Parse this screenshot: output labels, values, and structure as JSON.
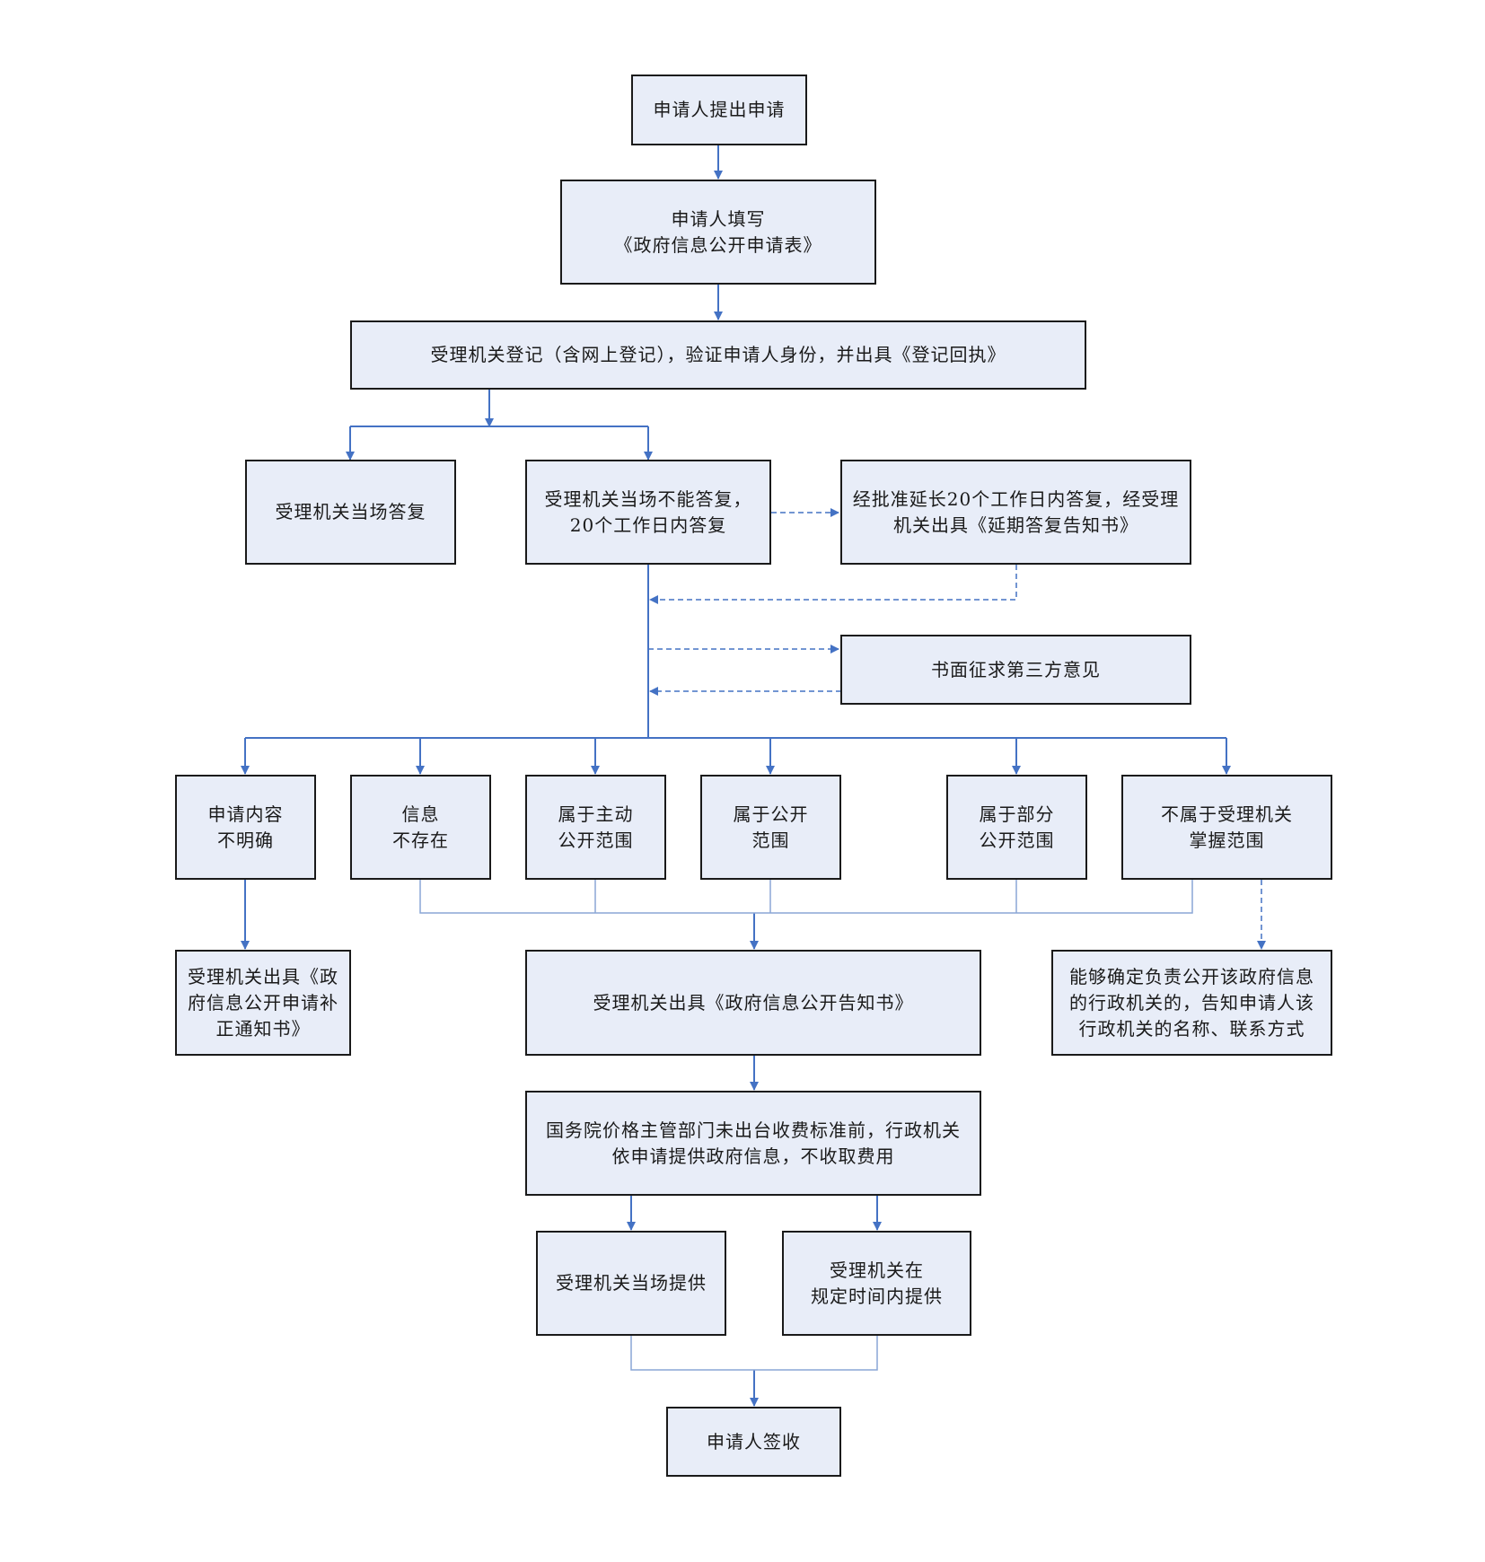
{
  "colors": {
    "box_fill": "#e8edf8",
    "box_border": "#1a1a1a",
    "connector": "#4472c4",
    "connector_light": "#8aa6d6"
  },
  "nodes": {
    "submit": "申请人提出申请",
    "fill_form": "申请人填写\n《政府信息公开申请表》",
    "register": "受理机关登记（含网上登记），验证申请人身份，并出具《登记回执》",
    "reply_on_spot": "受理机关当场答复",
    "reply_20_days": "受理机关当场不能答复，\n20个工作日内答复",
    "extend": "经批准延长20个工作日内答复，经受理\n机关出具《延期答复告知书》",
    "third_party": "书面征求第三方意见",
    "unclear": "申请内容\n不明确",
    "not_exist": "信息\n不存在",
    "active_scope": "属于主动\n公开范围",
    "public_scope": "属于公开\n范围",
    "partial_scope": "属于部分\n公开范围",
    "not_in_scope": "不属于受理机关\n掌握范围",
    "correction_notice": "受理机关出具《政\n府信息公开申请补\n正通知书》",
    "disclosure_notice": "受理机关出具《政府信息公开告知书》",
    "inform_agency": "能够确定负责公开该政府信息\n的行政机关的，告知申请人该\n行政机关的名称、联系方式",
    "no_fee": "国务院价格主管部门未出台收费标准前，行政机关\n依申请提供政府信息，不收取费用",
    "provide_on_spot": "受理机关当场提供",
    "provide_in_time": "受理机关在\n规定时间内提供",
    "sign": "申请人签收"
  }
}
